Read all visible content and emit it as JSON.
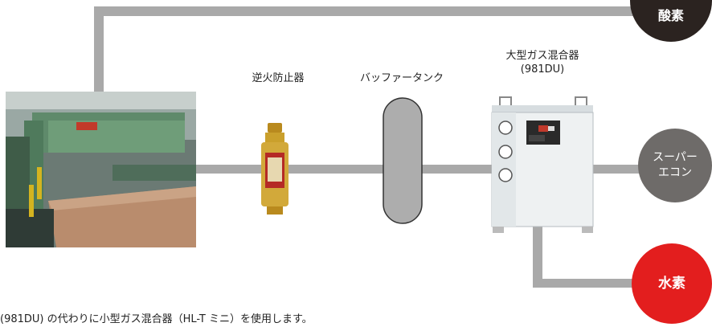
{
  "labels": {
    "flashback": "逆火防止器",
    "buffer_tank": "バッファータンク",
    "mixer_name": "大型ガス混合器",
    "mixer_model": "(981DU)"
  },
  "gases": {
    "oxygen": "酸素",
    "superecon_line1": "スーパー",
    "superecon_line2": "エコン",
    "hydrogen": "水素"
  },
  "note": "(981DU) の代わりに小型ガス混合器（HL-T ミニ）を使用します。",
  "colors": {
    "pipe": "#a9a9a9",
    "oxygen": "#2b2320",
    "superecon": "#6e6b69",
    "hydrogen": "#e31e1e"
  }
}
